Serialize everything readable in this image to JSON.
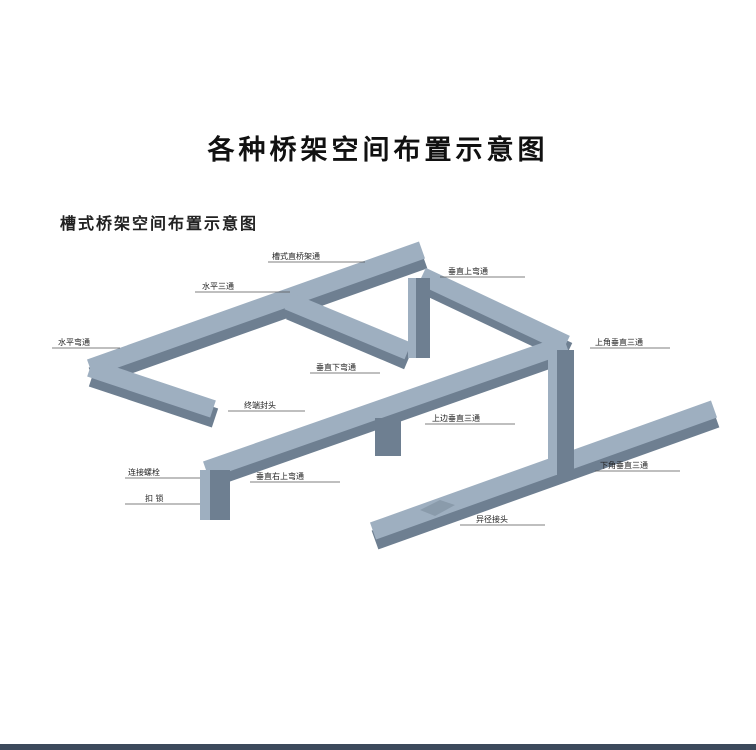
{
  "title": "各种桥架空间布置示意图",
  "subtitle": "槽式桥架空间布置示意图",
  "labels": {
    "straight": "槽式直桥架通",
    "h_tee": "水平三通",
    "h_elbow": "水平弯通",
    "v_down_elbow": "垂直下弯通",
    "end_cap": "终端封头",
    "v_up_elbow": "垂直上弯通",
    "upper_corner_tee": "上角垂直三通",
    "upper_side_tee": "上边垂直三通",
    "lower_corner_tee": "下角垂直三通",
    "bolt": "连接螺栓",
    "lock": "扣  锁",
    "v_right_up_elbow": "垂直右上弯通",
    "reducer": "异径接头"
  },
  "colors": {
    "tray_top": "#9eafc0",
    "tray_side": "#6e7f91",
    "edge": "#4a5868"
  }
}
